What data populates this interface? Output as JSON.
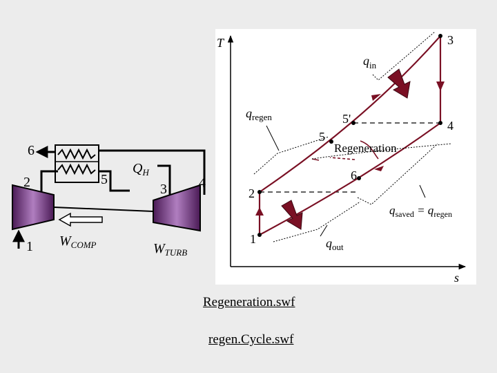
{
  "schematic": {
    "state_6": "6",
    "state_2": "2",
    "state_1": "1",
    "state_5": "5",
    "state_3": "3",
    "state_4": "4",
    "heat_in": "Q",
    "heat_in_sub": "H",
    "work_comp": "W",
    "work_comp_sub": "COMP",
    "work_turb": "W",
    "work_turb_sub": "TURB"
  },
  "ts_diagram": {
    "axis_t": "T",
    "axis_s": "s",
    "points": {
      "p1": "1",
      "p2": "2",
      "p3": "3",
      "p4": "4",
      "p5": "5",
      "p5p": "5'",
      "p6": "6"
    },
    "q_in": "q",
    "q_in_sub": "in",
    "q_regen": "q",
    "q_regen_sub": "regen",
    "regeneration": "Regeneration",
    "q_saved": "q",
    "q_saved_sub": "saved",
    "q_saved_eq": " = q",
    "q_saved_eq_sub": "regen",
    "q_out": "q",
    "q_out_sub": "out"
  },
  "links": {
    "regeneration_swf": "Regeneration.swf",
    "regen_cycle_swf": "regen.Cycle.swf"
  },
  "colors": {
    "cycle": "#7a1024",
    "machine_dark": "#4a1a55",
    "machine_light": "#b07ec0"
  }
}
